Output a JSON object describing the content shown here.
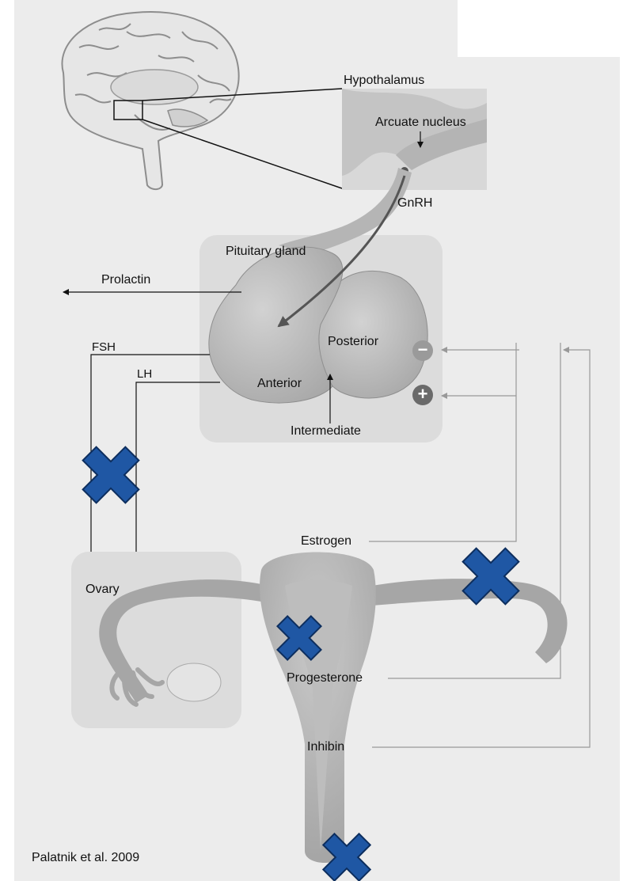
{
  "labels": {
    "hypothalamus": "Hypothalamus",
    "arcuate_nucleus": "Arcuate nucleus",
    "gnrh": "GnRH",
    "pituitary_gland": "Pituitary gland",
    "prolactin": "Prolactin",
    "posterior": "Posterior",
    "anterior": "Anterior",
    "intermediate": "Intermediate",
    "fsh": "FSH",
    "lh": "LH",
    "estrogen": "Estrogen",
    "ovary": "Ovary",
    "progesterone": "Progesterone",
    "inhibin": "Inhibin"
  },
  "feedback_symbols": {
    "negative": "−",
    "positive": "+"
  },
  "citation": "Palatnik et al. 2009",
  "colors": {
    "background": "#ececec",
    "box": "#dcdcdc",
    "organ": "#a9a9a9",
    "cross": "#1f57a4",
    "cross_outline": "#0d2e5e"
  }
}
